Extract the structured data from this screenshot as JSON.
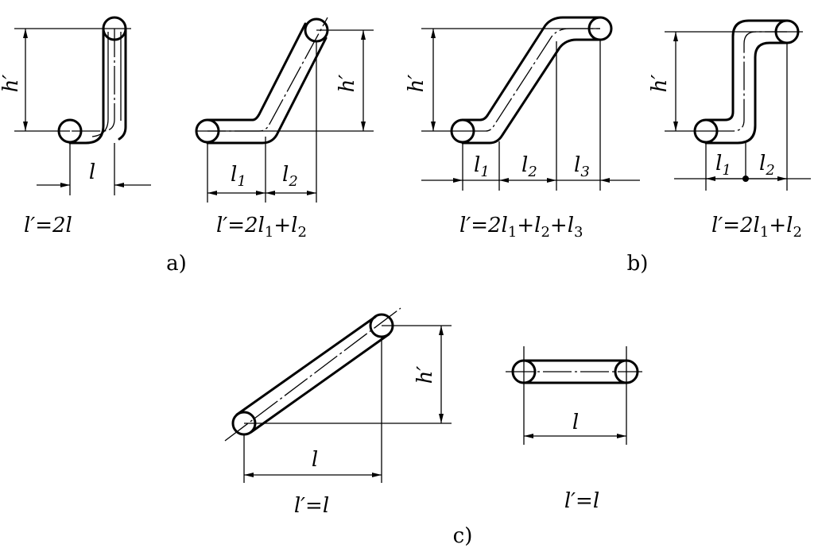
{
  "symbols": {
    "h": "h′",
    "l": "l",
    "l1": "l",
    "l2": "l",
    "l3": "l",
    "sub1": "1",
    "sub2": "2",
    "sub3": "3"
  },
  "formulas": {
    "a1": {
      "lhs": "l′=2",
      "v": "l"
    },
    "a2": {
      "lhs": "l′=2",
      "v1": "l",
      "s1": "1",
      "plus": "+",
      "v2": "l",
      "s2": "2"
    },
    "b1": {
      "lhs": "l′=2",
      "v1": "l",
      "s1": "1",
      "plus1": "+",
      "v2": "l",
      "s2": "2",
      "plus2": "+",
      "v3": "l",
      "s3": "3"
    },
    "b2": {
      "lhs": "l′=2",
      "v1": "l",
      "s1": "1",
      "plus": "+",
      "v2": "l",
      "s2": "2"
    },
    "c1": {
      "text": "l′=l"
    },
    "c2": {
      "text": "l′=l"
    }
  },
  "captions": {
    "a": "a)",
    "b": "b)",
    "c": "c)"
  }
}
